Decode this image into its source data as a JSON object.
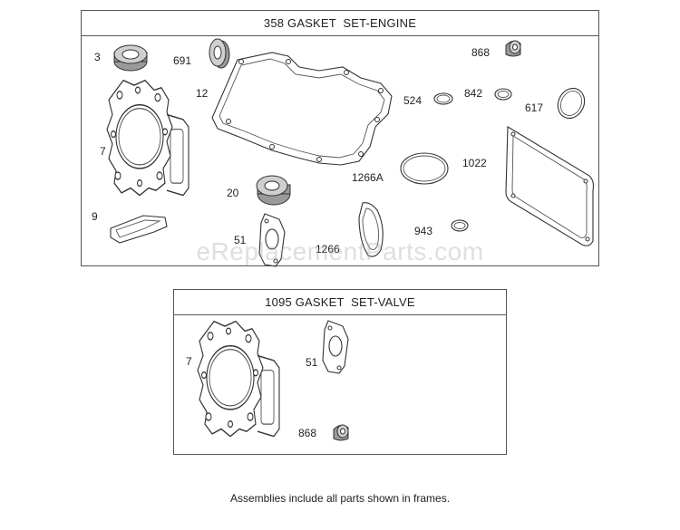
{
  "frames": {
    "engine": {
      "title": "358 GASKET  SET-ENGINE"
    },
    "valve": {
      "title": "1095 GASKET  SET-VALVE"
    }
  },
  "labels": {
    "p3": "3",
    "p691": "691",
    "p12": "12",
    "p7a": "7",
    "p9": "9",
    "p20": "20",
    "p51a": "51",
    "p1266": "1266",
    "p1266a": "1266A",
    "p524": "524",
    "p842": "842",
    "p868a": "868",
    "p617": "617",
    "p1022": "1022",
    "p943": "943",
    "p7b": "7",
    "p51b": "51",
    "p868b": "868"
  },
  "watermark": "eReplacementParts.com",
  "footer": "Assemblies include all parts shown in frames.",
  "icons": {
    "seal": "oil-seal-icon",
    "cylinder_head_gasket": "cylinder-head-gasket-icon",
    "crankcase_gasket": "crankcase-gasket-icon",
    "valve_cover_gasket": "valve-cover-gasket-icon",
    "o_ring": "o-ring-icon",
    "intake_gasket": "intake-gasket-icon",
    "valve_stem_seal": "valve-stem-seal-icon"
  }
}
